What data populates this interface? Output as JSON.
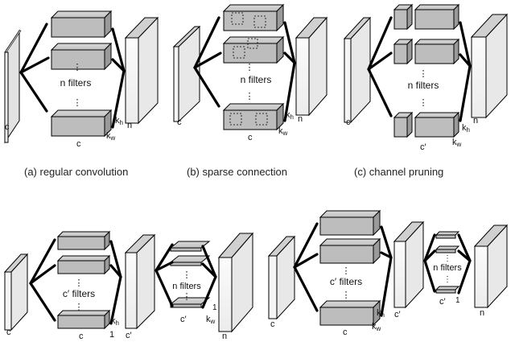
{
  "panels": {
    "a": {
      "caption": "(a) regular convolution",
      "filters_label": "n filters",
      "input_label": "c",
      "depth_label": "c",
      "kh_label": "k",
      "kh_sub": "h",
      "kw_label": "k",
      "kw_sub": "w",
      "output_label": "n",
      "dots": "⋮"
    },
    "b": {
      "caption": "(b) sparse connection",
      "filters_label": "n filters",
      "input_label": "c",
      "depth_label": "c",
      "kh_label": "k",
      "kh_sub": "h",
      "kw_label": "k",
      "kw_sub": "w",
      "output_label": "n",
      "dots": "⋮"
    },
    "c": {
      "caption": "(c) channel pruning",
      "filters_label": "n filters",
      "input_label": "c",
      "depth_label": "c′",
      "kh_label": "k",
      "kh_sub": "h",
      "kw_label": "k",
      "kw_sub": "w",
      "output_label": "n",
      "dots": "⋮"
    },
    "d": {
      "filters_label": "c′ filters",
      "filters2_label": "n filters",
      "input_label": "c",
      "depth_label": "c",
      "kh_label": "k",
      "kh_sub": "h",
      "one_label": "1",
      "mid_label": "c′",
      "depth2_label": "c′",
      "kw_label": "k",
      "kw_sub": "w",
      "output_label": "n",
      "dots": "⋮"
    },
    "e": {
      "filters_label": "c′ filters",
      "filters2_label": "n filters",
      "input_label": "c",
      "depth_label": "c",
      "kh_label": "k",
      "kh_sub": "h",
      "kw_label": "k",
      "kw_sub": "w",
      "mid_label": "c′",
      "depth2_label": "c′",
      "one_label": "1",
      "output_label": "n",
      "dots": "⋮"
    }
  }
}
